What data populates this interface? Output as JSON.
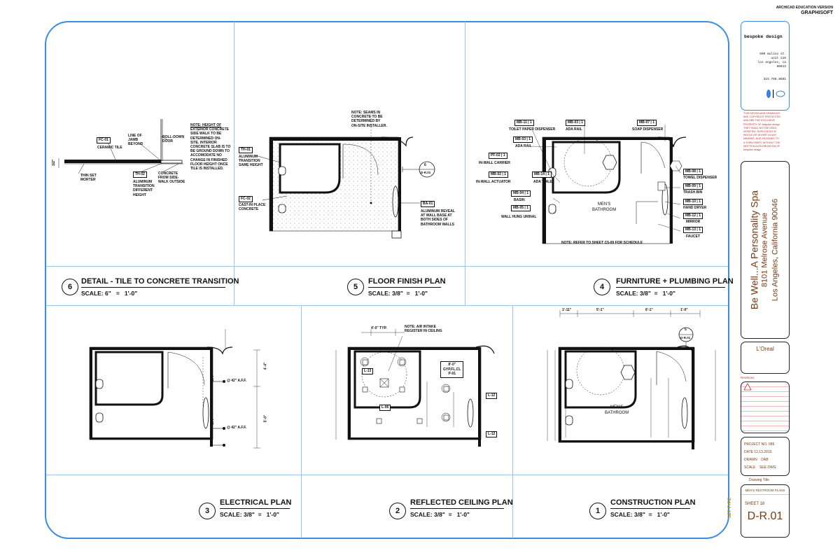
{
  "header": {
    "edition": "ARCHICAD EDUCATION VERSION",
    "brand": "GRAPHISOFT"
  },
  "firm": {
    "name": "bespoke design",
    "addr1": "500 molino st.",
    "addr2": "unit 216",
    "addr3": "los angeles, ca",
    "addr4": "90013",
    "phone": "323.788.8681"
  },
  "copyright": [
    "THIS DESIGN AND DRAWINGS",
    "ARE COPYRIGHT PROTECTED",
    "AND ARE THE EXCLUSIVE",
    "PROPERTY OF bespoke design.",
    "THEY SHALL NOT BE USED,",
    "MODIFIED, DUPLICATED IN",
    "WHOLE OR IN PART IN ANY",
    "MANNER, NOR ASSIGNED TO",
    "A THIRD PARTY WITHOUT THE",
    "WRITTEN AUTHORIZATION OF",
    "bespoke design."
  ],
  "project": {
    "name": "Be Well...A Personality Spa",
    "street": "8101 Melrose Avenue",
    "city": "Los Angeles, California 90046"
  },
  "client": "L'Oreal",
  "revisions_label": "Revisions",
  "info": {
    "project_no": "PROJECT NO. 089",
    "date": "DATE  12.13.2010",
    "drawn_label": "DRAWN",
    "drawn_value": "DAB",
    "scale_label": "SCALE",
    "scale_value": "SEE DWG"
  },
  "drawing_title_label": "Drawing Title",
  "drawing_title": "MEN'S RESTROOM PLANS",
  "sheet_label": "SHEET 18",
  "sheet_no": "D-R.01",
  "set_type": "SET TYPE",
  "views": [
    {
      "num": "6",
      "title": "DETAIL - TILE TO CONCRETE TRANSITION",
      "scale": "SCALE: 6\"   =   1'-0\""
    },
    {
      "num": "5",
      "title": "FLOOR FINISH PLAN",
      "scale": "SCALE: 3/8\"  =   1'-0\""
    },
    {
      "num": "4",
      "title": "FURNITURE + PLUMBING PLAN",
      "scale": "SCALE: 3/8\"  =   1'-0\""
    },
    {
      "num": "3",
      "title": "ELECTRICAL PLAN",
      "scale": "SCALE: 3/8\"  =   1'-0\""
    },
    {
      "num": "2",
      "title": "REFLECTED CEILING PLAN",
      "scale": "SCALE: 3/8\"  =   1'-0\""
    },
    {
      "num": "1",
      "title": "CONSTRUCTION PLAN",
      "scale": "SCALE: 3/8\"  =   1'-0\""
    }
  ],
  "detail6": {
    "fc01": "FC-01",
    "ceramic": "CERAMIC TILE",
    "jamb1": "LINE OF",
    "jamb2": "JAMB",
    "jamb3": "BEYOND",
    "roll1": "ROLL-DOWN",
    "roll2": "DOOR",
    "thin1": "THIN SET",
    "thin2": "MORTER",
    "th02": "TH-02",
    "alum": [
      "ALUMINUM",
      "TRANSITION",
      "DIFFERENT",
      "HEIGHT"
    ],
    "conc": [
      "CONCRETE",
      "FROM SIDE-",
      "WALK OUTSIDE"
    ],
    "dim": "1/2\"",
    "note": [
      "NOTE: HEIGHT OF",
      "EXTERIOR CONCRETE",
      "SIDE WALK TO BE",
      "DETERMINED ON-",
      "SITE. INTERIOR",
      "CONCRETE SLAB IS TO",
      "BE GROUND DOWN TO",
      "ACCOMODATE NO",
      "CHANGE IN FINISHED",
      "FLOOR HEIGHT ONCE",
      "TILE IS INSTALLED."
    ]
  },
  "plan5": {
    "note": [
      "NOTE: SEAMS IN",
      "CONCRETE TO BE",
      "DETERMINED BY",
      "ON-SITE INSTALLER."
    ],
    "th01": "TH-01",
    "th01_desc": [
      "ALUMINUM",
      "TRANSITION",
      "SAME HEIGHT"
    ],
    "fc02": "FC-02",
    "fc02_desc": [
      "CAST-IN PLACE",
      "CONCRETE"
    ],
    "ba01": "BA-01",
    "ba01_desc": [
      "ALUMINUM REVEAL",
      "AT WALL BASE AT",
      "BOTH SIDES OF",
      "BATHROOM WALLS"
    ],
    "section_top": "6",
    "section_bottom": "D-R.01"
  },
  "plan4": {
    "tags_left": [
      {
        "code": "MB-11",
        "n": "1",
        "desc": "TOILET PAPER DISPENSER"
      },
      {
        "code": "PF-02",
        "n": "1",
        "desc": "IN-WALL CARRIER"
      },
      {
        "code": "MB-02",
        "n": "1",
        "desc": "IN-WALL ACTUATOR"
      },
      {
        "code": "MB-04",
        "n": "1",
        "desc": "BASIN"
      },
      {
        "code": "MB-05",
        "n": "1",
        "desc": "WALL HUNG URINAL"
      }
    ],
    "mb03": {
      "code": "MB-03",
      "n": "1",
      "desc": "ADA RAIL"
    },
    "mb14": {
      "code": "MB-14",
      "n": "1",
      "desc": "ADA TOILET"
    },
    "mb03b": {
      "code": "MB-03",
      "n": "1",
      "desc": "ADA RAIL"
    },
    "mb07": {
      "code": "MB-07",
      "n": "1",
      "desc": "SOAP DISPENSER"
    },
    "tags_right": [
      {
        "code": "MB-08",
        "n": "1",
        "desc": "TOWEL DISPENSER"
      },
      {
        "code": "MB-09",
        "n": "1",
        "desc": "TRASH BIN"
      },
      {
        "code": "MB-10",
        "n": "1",
        "desc": "HAND DRYER"
      },
      {
        "code": "MB-12",
        "n": "1",
        "desc": "MIRROR"
      },
      {
        "code": "MB-13",
        "n": "1",
        "desc": "FAUCET"
      }
    ],
    "room1": "MEN'S",
    "room2": "BATHROOM",
    "note": "NOTE:  REFER TO SHEET C5-09 FOR SCHEDULE"
  },
  "plan3": {
    "aff1": "@ 42\" A.F.F.",
    "aff2": "@ 42\" A.F.F.",
    "gfi1": "GFI",
    "gfi2": "GFI",
    "d1": "4'-4\"",
    "d2": "5'-0\""
  },
  "plan2": {
    "typ": "4'-0\" TYP.",
    "note": [
      "NOTE: AIR INTAKE",
      "REGISTER IN CEILING"
    ],
    "l13": "L-13",
    "l06": "L-06",
    "l12a": "L-12",
    "l12b": "L-12",
    "ceil": [
      "8'-0\"",
      "GYP.FL.CL",
      "P-01"
    ]
  },
  "plan1": {
    "dims_top": [
      "1'-11\"",
      "5'-1\"",
      "6'-1\"",
      "1'-0\""
    ],
    "room1": "MEN'S",
    "room2": "BATHROOM",
    "section_top": "5",
    "section_bottom": "D-R.01"
  }
}
